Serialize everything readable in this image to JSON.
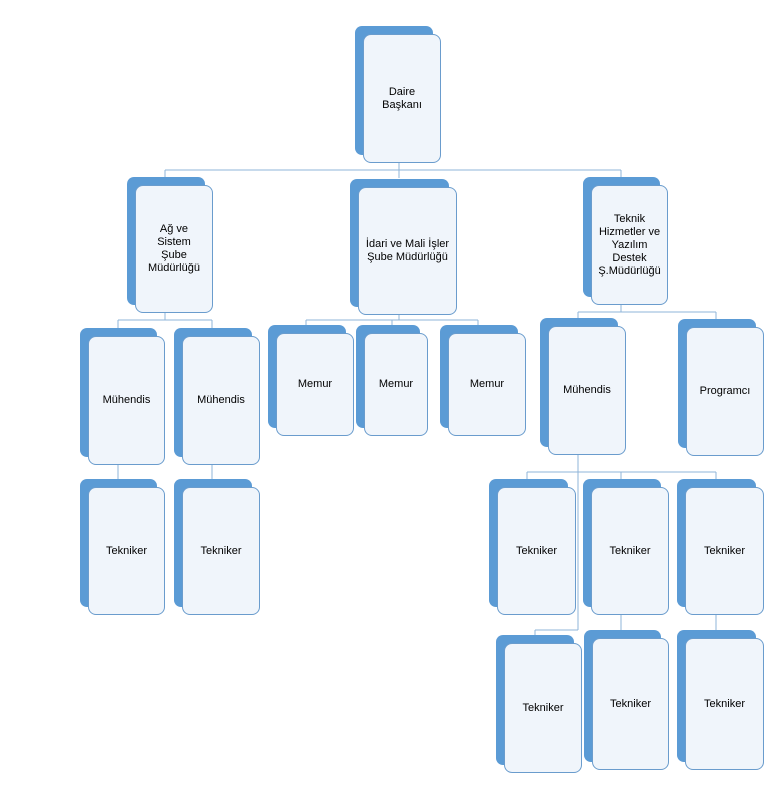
{
  "org_chart": {
    "root": "Daire\nBaşkanı",
    "departments": [
      "Ağ ve Sistem\nŞube\nMüdürlüğü",
      "İdari ve Mali İşler\nŞube Müdürlüğü",
      "Teknik\nHizmetler ve\nYazılım\nDestek\nŞ.Müdürlüğü"
    ],
    "ag_engineers": [
      "Mühendis",
      "Mühendis"
    ],
    "ag_technicians": [
      "Tekniker",
      "Tekniker"
    ],
    "idari_staff": [
      "Memur",
      "Memur",
      "Memur"
    ],
    "teknik_roles": [
      "Mühendis",
      "Programcı"
    ],
    "teknik_technicians_row1": [
      "Tekniker",
      "Tekniker",
      "Tekniker"
    ],
    "teknik_technicians_row2": [
      "Tekniker",
      "Tekniker",
      "Tekniker"
    ]
  },
  "colors": {
    "shadow_box": "#5b9bd5",
    "front_box": "#f0f5fb",
    "border": "#6a9ccd",
    "connector": "#8fb4d9"
  }
}
